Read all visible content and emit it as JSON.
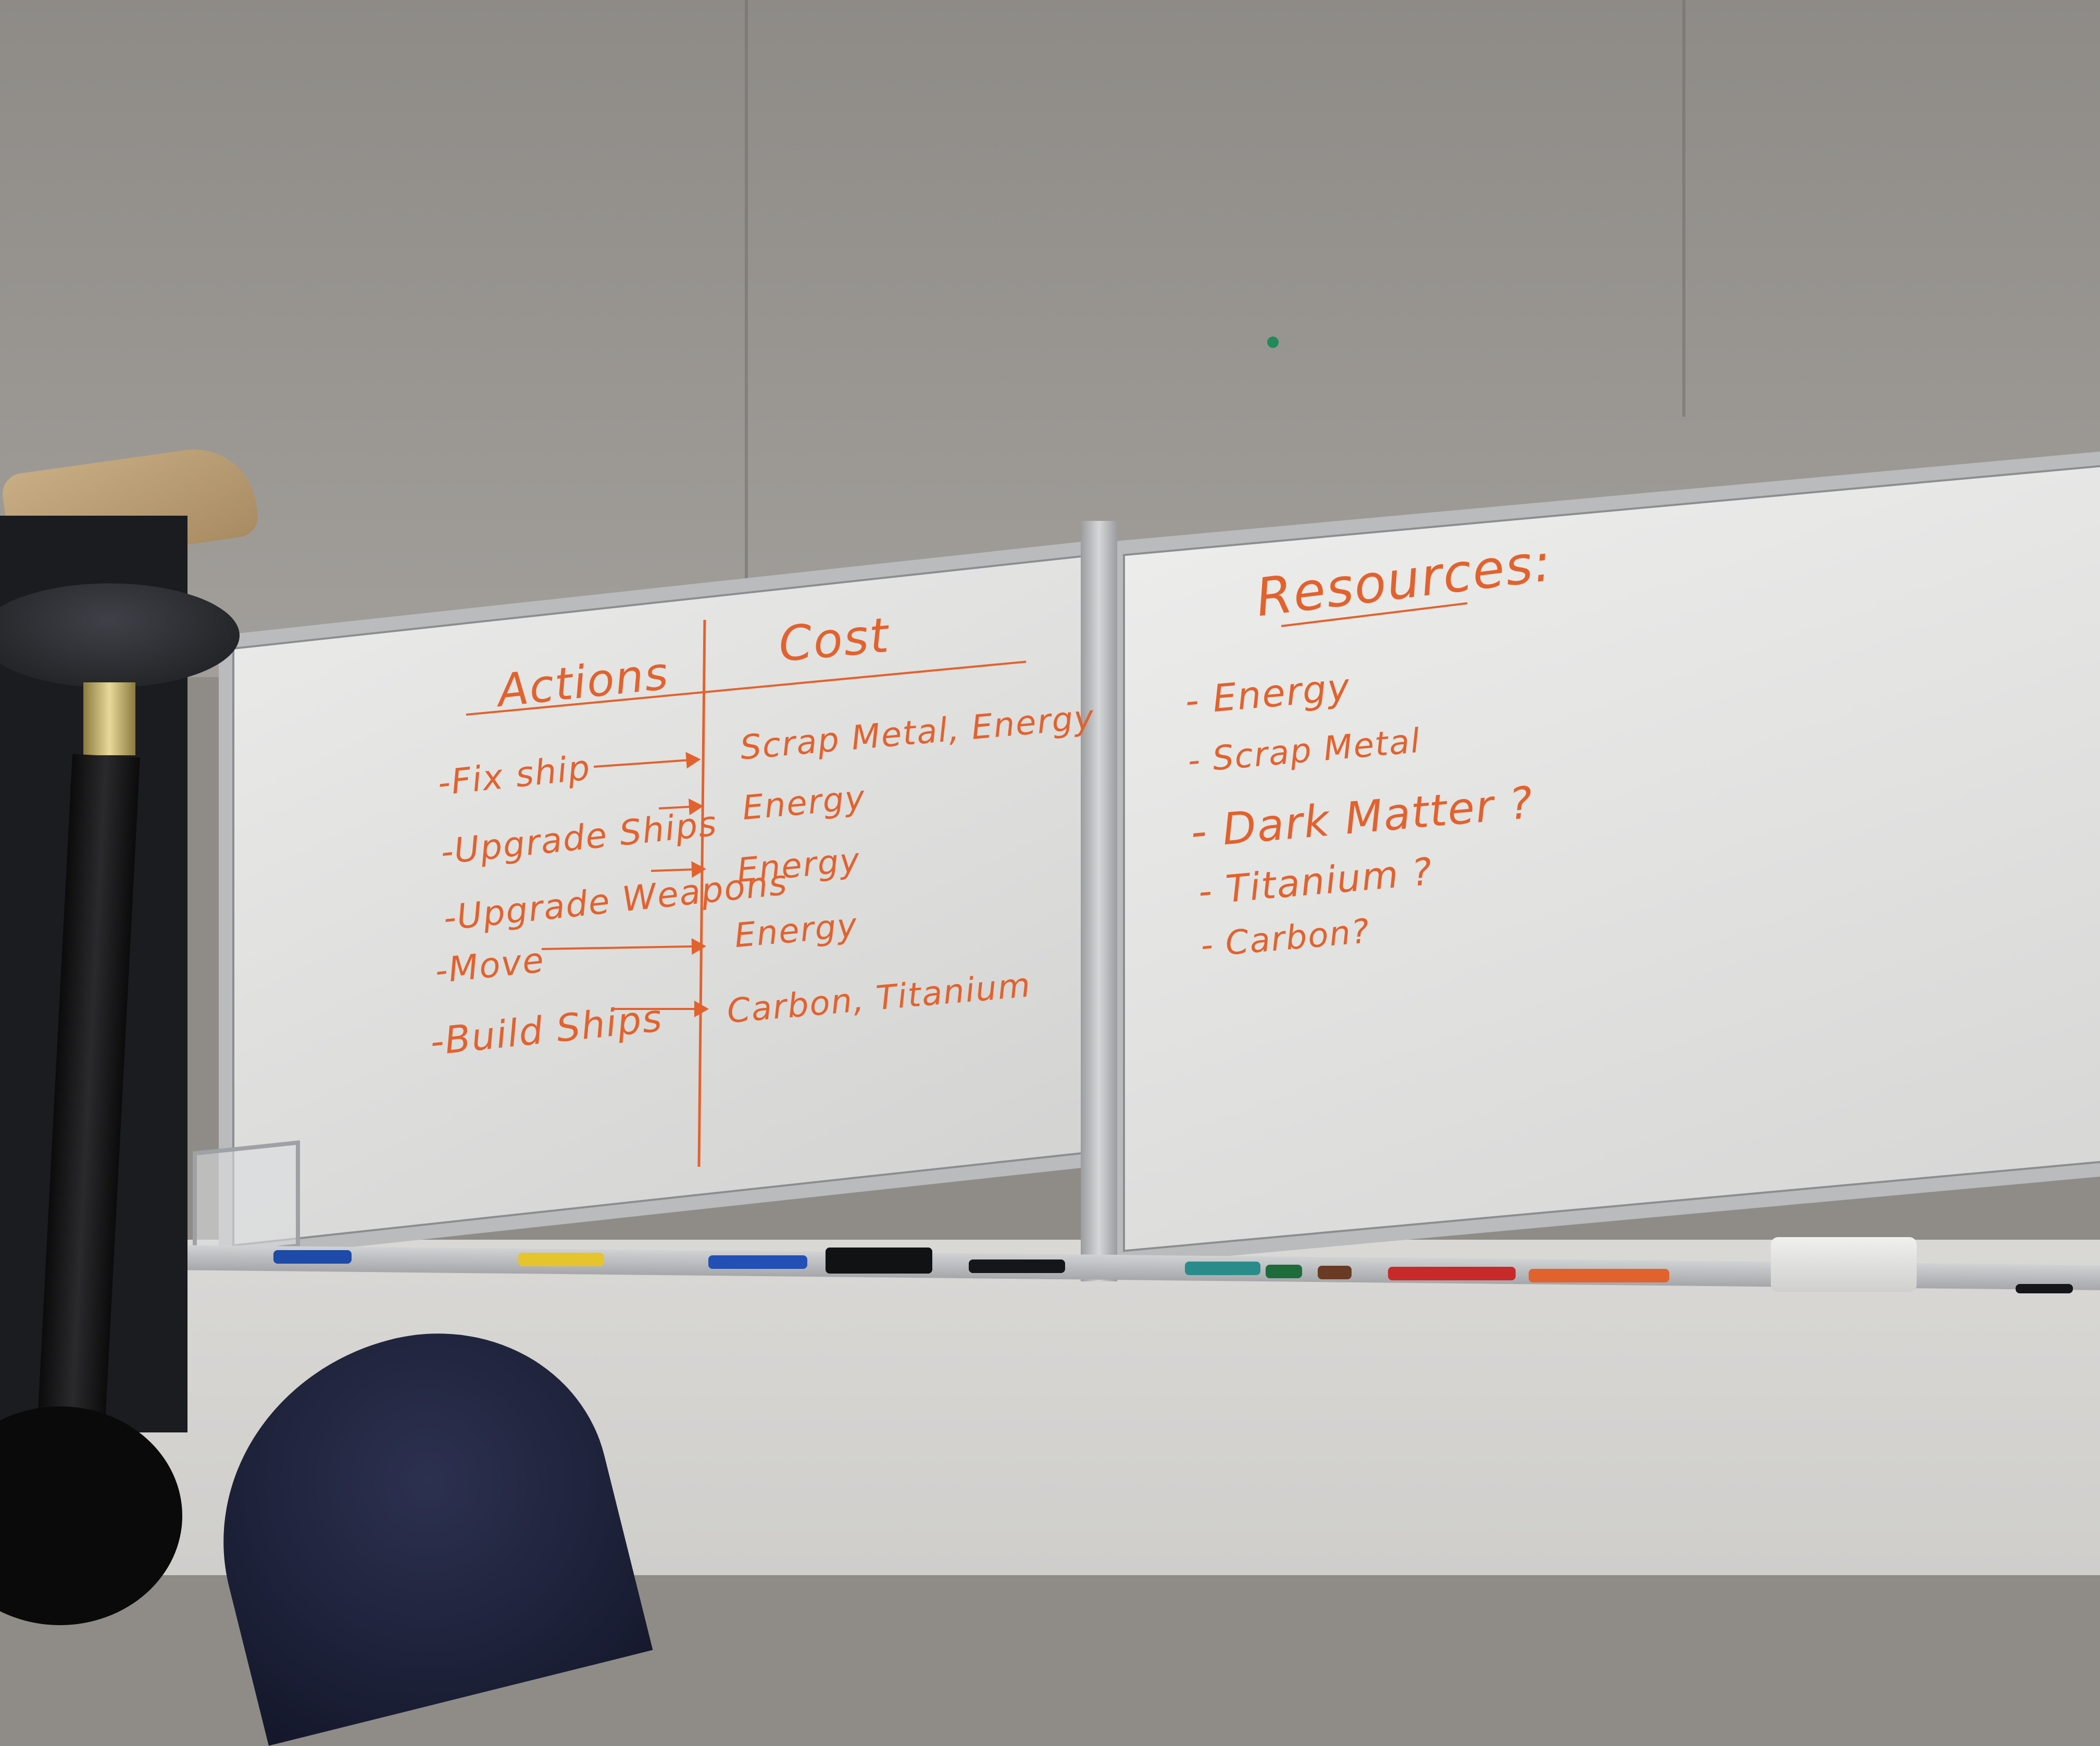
{
  "whiteboard": {
    "left": {
      "heading_actions": "Actions",
      "heading_cost": "Cost",
      "rows": [
        {
          "action": "-Fix ship",
          "cost": "Scrap Metal, Energy"
        },
        {
          "action": "-Upgrade Ships",
          "cost": "Energy"
        },
        {
          "action": "-Upgrade Weapons",
          "cost": "Energy"
        },
        {
          "action": "-Move",
          "cost": "Energy"
        },
        {
          "action": "-Build Ships",
          "cost": "Carbon, Titanium"
        }
      ]
    },
    "right": {
      "heading": "Resources:",
      "items": [
        "- Energy",
        "- Scrap Metal",
        "- Dark Matter ?",
        "- Titanium ?",
        "- Carbon?"
      ]
    }
  },
  "colors": {
    "marker_ink": "#e2622e",
    "wall": "#8f8c88",
    "board": "#e5e5e4",
    "chair": "#1f2340"
  }
}
